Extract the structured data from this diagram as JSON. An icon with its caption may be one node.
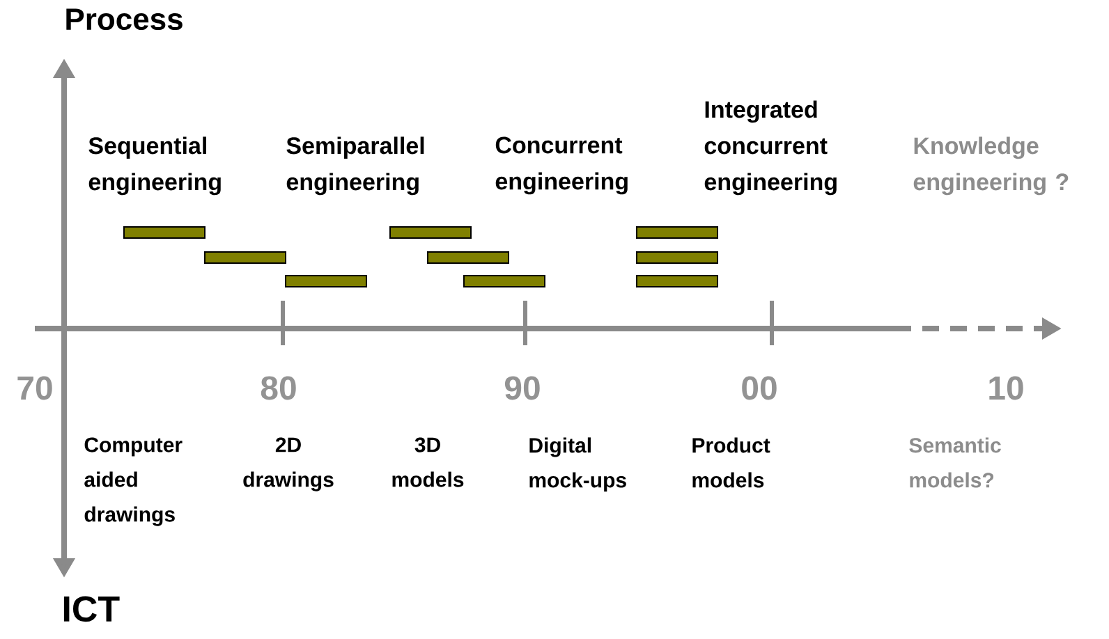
{
  "diagram": {
    "nodes": [
      {
        "text": [],
        "shape": "bar"
      },
      {
        "text": [],
        "shape": "bar"
      },
      {
        "text": [],
        "shape": "bar"
      },
      {
        "text": [],
        "shape": "bar"
      },
      {
        "text": [],
        "shape": "bar"
      },
      {
        "text": [],
        "shape": "bar"
      },
      {
        "text": [],
        "shape": "bar"
      },
      {
        "text": [],
        "shape": "bar"
      },
      {
        "text": [],
        "shape": "bar"
      }
    ],
    "labels": [
      "Process",
      "Sequential engineering",
      "Semiparallel engineering",
      "Concurrent engineering",
      "Integrated concurrent engineering",
      "Knowledge engineering ?",
      "70",
      "80",
      "90",
      "00",
      "10",
      "Computer aided drawings",
      "2D drawings",
      "3D models",
      "Digital mock-ups",
      "Product models",
      "Semantic models?",
      "ICT"
    ]
  }
}
